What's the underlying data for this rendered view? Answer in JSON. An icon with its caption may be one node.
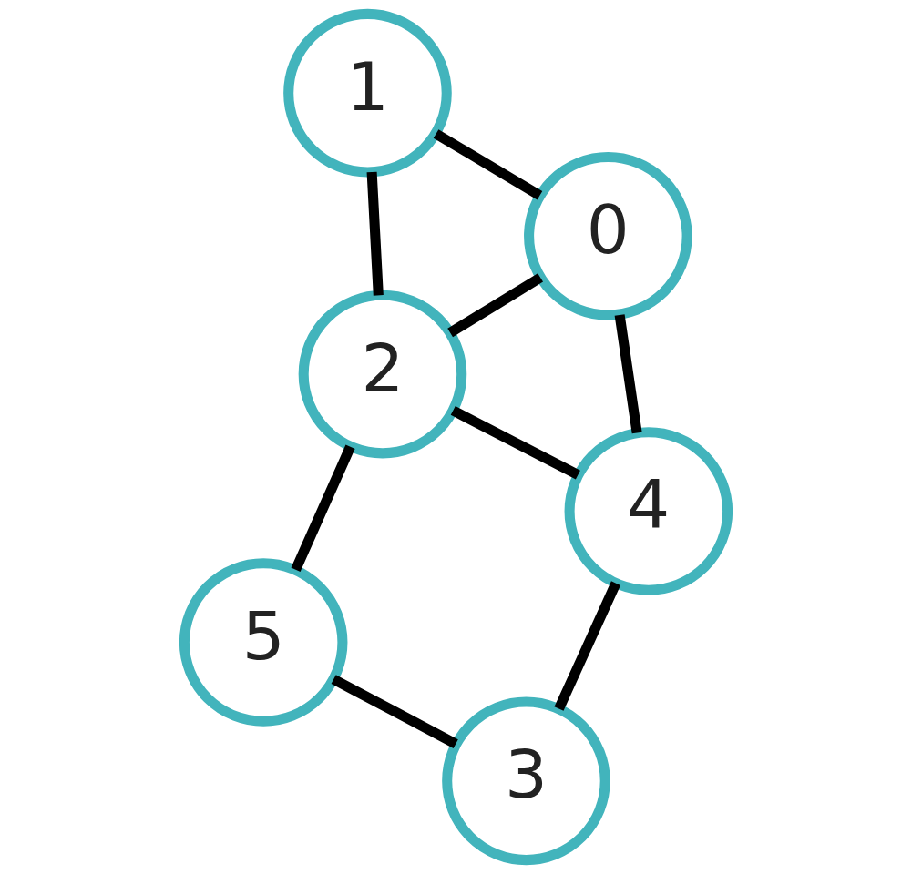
{
  "diagram": {
    "nodes": [
      {
        "text": [
          "4"
        ]
      },
      {
        "text": [
          "3"
        ]
      },
      {
        "text": [
          "5"
        ]
      },
      {
        "text": [
          "2"
        ]
      },
      {
        "text": [
          "0"
        ]
      },
      {
        "text": [
          "1"
        ]
      }
    ],
    "edges": [
      {
        "from": 1,
        "to": 0,
        "arrow": "none"
      },
      {
        "from": 4,
        "to": 0,
        "arrow": "none"
      },
      {
        "from": 0,
        "to": 3,
        "arrow": "none"
      },
      {
        "from": 1,
        "to": 2,
        "arrow": "none"
      },
      {
        "from": 2,
        "to": 3,
        "arrow": "none"
      },
      {
        "from": 4,
        "to": 3,
        "arrow": "none"
      },
      {
        "from": 4,
        "to": 5,
        "arrow": "none"
      },
      {
        "from": 5,
        "to": 3,
        "arrow": "none"
      }
    ]
  }
}
